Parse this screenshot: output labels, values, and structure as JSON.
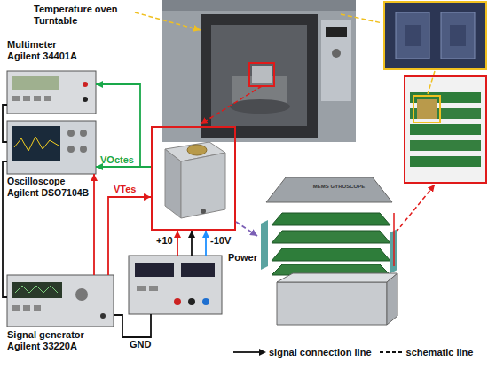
{
  "diagram": {
    "nodes": [
      {
        "text": [
          "Multimeter Agilent 34401A"
        ]
      },
      {
        "text": [
          "Oscilloscope Agilent DSO7104B"
        ]
      },
      {
        "text": []
      },
      {
        "text": [
          "MEMS GYROSCOPE"
        ]
      },
      {
        "text": [
          "Power"
        ]
      },
      {
        "text": [
          "Signal generator Agilent 33220A"
        ]
      }
    ],
    "edges": [
      {
        "from": 2,
        "to": 0,
        "arrow": "to"
      },
      {
        "from": 2,
        "to": 1,
        "label": "VOctes",
        "arrow": "to"
      },
      {
        "from": 5,
        "to": 2,
        "label": "VTes",
        "arrow": "to"
      },
      {
        "from": 5,
        "to": 1,
        "arrow": "to"
      },
      {
        "from": 4,
        "to": 2,
        "label": "+10",
        "arrow": "to"
      },
      {
        "from": 4,
        "to": 2,
        "label": "-10V",
        "arrow": "to"
      },
      {
        "from": 4,
        "to": 2,
        "arrow": "to"
      },
      {
        "from": 0,
        "to": 1,
        "arrow": "none"
      },
      {
        "from": 1,
        "to": 5,
        "arrow": "none"
      },
      {
        "from": 5,
        "to": 4,
        "label": "GND",
        "arrow": "none"
      },
      {
        "from": 2,
        "to": 3,
        "arrow": "to"
      }
    ],
    "labels": [
      "Temperature oven Turntable"
    ],
    "legend": [
      {
        "text": "signal connection line"
      },
      {
        "text": "schematic line"
      }
    ]
  }
}
